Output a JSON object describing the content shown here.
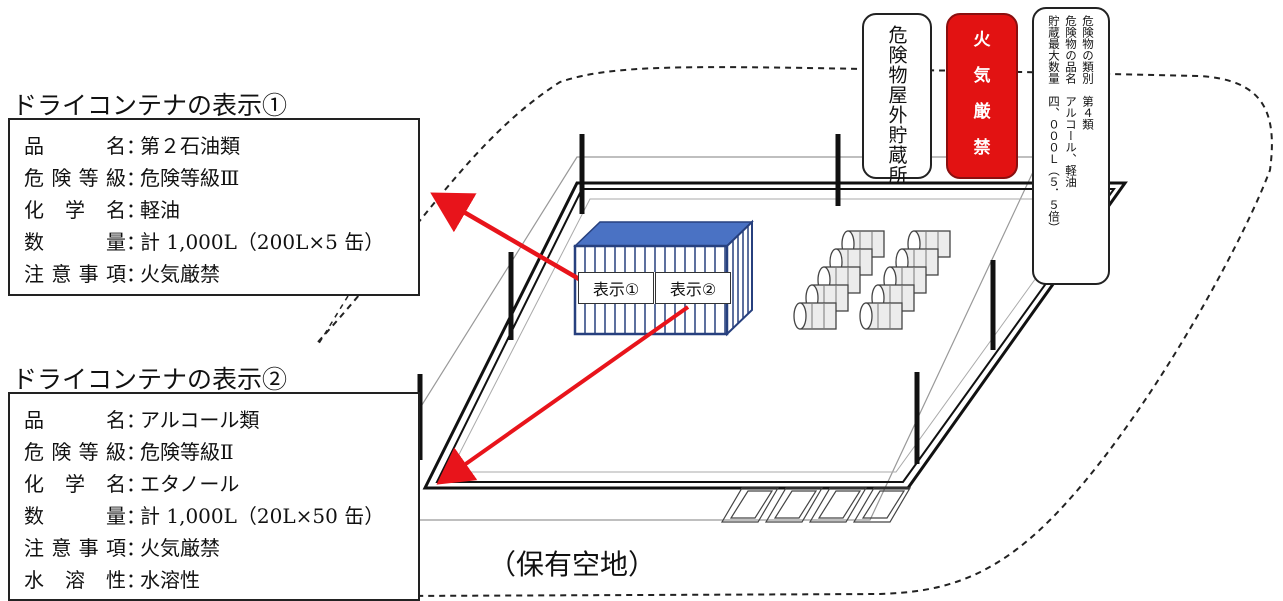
{
  "display1": {
    "title": "ドライコンテナの表示①",
    "rows": [
      {
        "label": "品名",
        "value": "第２石油類"
      },
      {
        "label": "危険等級",
        "value": "危険等級Ⅲ"
      },
      {
        "label": "化学名",
        "value": "軽油"
      },
      {
        "label": "数量",
        "value": "計 1,000L（200L×5 缶）"
      },
      {
        "label": "注意事項",
        "value": "火気厳禁"
      }
    ]
  },
  "display2": {
    "title": "ドライコンテナの表示②",
    "rows": [
      {
        "label": "品名",
        "value": "アルコール類"
      },
      {
        "label": "危険等級",
        "value": "危険等級Ⅱ"
      },
      {
        "label": "化学名",
        "value": "エタノール"
      },
      {
        "label": "数量",
        "value": "計 1,000L（20L×50 缶）"
      },
      {
        "label": "注意事項",
        "value": "火気厳禁"
      },
      {
        "label": "水溶性",
        "value": "水溶性"
      }
    ]
  },
  "container": {
    "label1": "表示①",
    "label2": "表示②"
  },
  "signs": {
    "facility": "危険物屋外貯蔵所",
    "fire": [
      "火",
      "気",
      "厳",
      "禁"
    ],
    "info": {
      "col1": "危険物の類別　第４類",
      "col2": "危険物の品名　アルコール、軽油",
      "col3": "貯蔵最大数量　四、０００Ｌ（５．５倍）"
    }
  },
  "space_label": "（保有空地）",
  "colors": {
    "arrow": "#e8141b",
    "fire_sign": "#e21212",
    "container_fill": "#4a72c4",
    "container_stroke": "#27407e"
  }
}
